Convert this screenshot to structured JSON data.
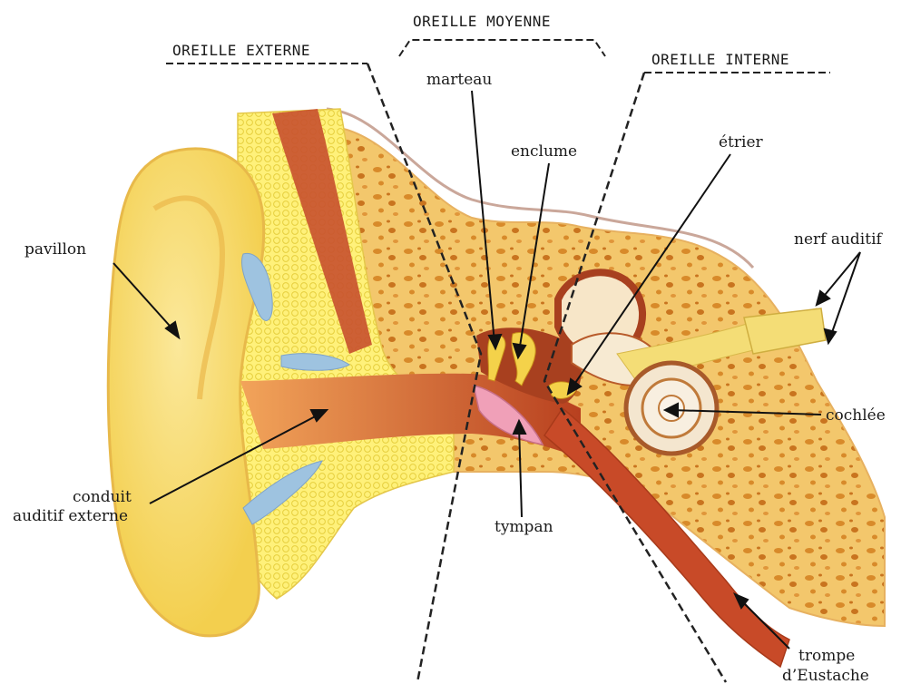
{
  "sections": {
    "outer": "OREILLE EXTERNE",
    "middle": "OREILLE MOYENNE",
    "inner": "OREILLE INTERNE"
  },
  "labels": {
    "marteau": "marteau",
    "enclume": "enclume",
    "etrier": "étrier",
    "pavillon": "pavillon",
    "nerf": "nerf auditif",
    "cochlee": "cochlée",
    "conduit_1": "conduit",
    "conduit_2": "auditif externe",
    "tympan": "tympan",
    "trompe_1": "trompe",
    "trompe_2": "d’Eustache"
  },
  "colors": {
    "skin": "#f6da6a",
    "skin_light": "#fbeeaa",
    "bone": "#f3c76c",
    "bone_holes": "#d88a2a",
    "fat": "#fff17a",
    "muscle": "#c8502d",
    "canal": "#d96a3a",
    "tympan": "#f0a0b8",
    "cartilage": "#9ec3e0",
    "nerve": "#f4dd76"
  }
}
